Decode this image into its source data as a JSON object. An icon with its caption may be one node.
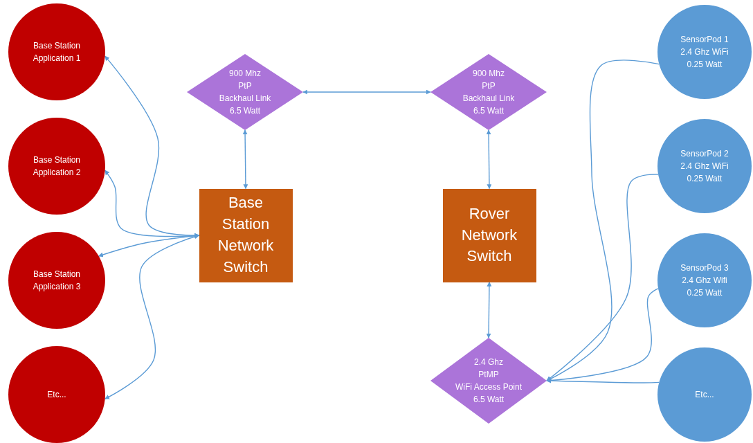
{
  "diagram": {
    "nodes": [
      {
        "text": [
          "Base Station Application 1"
        ]
      },
      {
        "text": [
          "Base Station Application 2"
        ]
      },
      {
        "text": [
          "Base Station Application 3"
        ]
      },
      {
        "text": [
          "Etc..."
        ]
      },
      {
        "text": [
          "900 Mhz",
          "PtP",
          "Backhaul Link",
          "6.5 Watt"
        ]
      },
      {
        "text": [
          "900 Mhz",
          "PtP",
          "Backhaul Link",
          "6.5 Watt"
        ]
      },
      {
        "text": [
          "Base Station Network Switch"
        ]
      },
      {
        "text": [
          "Rover Network Switch"
        ]
      },
      {
        "text": [
          "2.4 Ghz",
          "PtMP",
          "WiFi Access Point",
          "6.5 Watt"
        ]
      },
      {
        "text": [
          "SensorPod 1",
          "2.4 Ghz WiFi",
          "0.25 Watt"
        ]
      },
      {
        "text": [
          "SensorPod 2",
          "2.4 Ghz WiFi",
          "0.25 Watt"
        ]
      },
      {
        "text": [
          "SensorPod 3",
          "2.4 Ghz Wifi",
          "0.25 Watt"
        ]
      },
      {
        "text": [
          "Etc..."
        ]
      }
    ],
    "edges": [
      {
        "from": 6,
        "to": 0,
        "arrow": "both"
      },
      {
        "from": 6,
        "to": 1,
        "arrow": "both"
      },
      {
        "from": 6,
        "to": 2,
        "arrow": "both"
      },
      {
        "from": 6,
        "to": 3,
        "arrow": "both"
      },
      {
        "from": 4,
        "to": 5,
        "arrow": "both"
      },
      {
        "from": 4,
        "to": 6,
        "arrow": "both"
      },
      {
        "from": 5,
        "to": 7,
        "arrow": "both"
      },
      {
        "from": 7,
        "to": 8,
        "arrow": "both"
      },
      {
        "from": 9,
        "to": 8,
        "arrow": "to"
      },
      {
        "from": 10,
        "to": 8,
        "arrow": "to"
      },
      {
        "from": 11,
        "to": 8,
        "arrow": "to"
      },
      {
        "from": 12,
        "to": 8,
        "arrow": "to"
      }
    ]
  }
}
